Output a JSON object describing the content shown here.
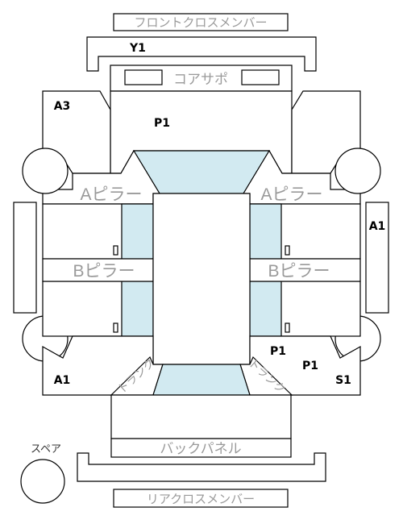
{
  "parts": {
    "front_cross_member": "フロントクロスメンバー",
    "rad_support": "コアサポ",
    "a_pillar_left": "Aピラー",
    "a_pillar_right": "Aピラー",
    "b_pillar_left": "Bピラー",
    "b_pillar_right": "Bピラー",
    "trunk_left": "トランク",
    "trunk_right": "トランク",
    "back_panel": "バックパネル",
    "rear_cross_member": "リアクロスメンバー",
    "spare": "スペア"
  },
  "grades": {
    "y1": "Y1",
    "a3": "A3",
    "p1_hood": "P1",
    "a1_right": "A1",
    "p1_right_rear": "P1",
    "p1_quarter": "P1",
    "a1_left_rear": "A1",
    "s1": "S1"
  },
  "colors": {
    "outline": "#000000",
    "glass": "#d2eaf1",
    "label_gray": "#9a9a9a"
  }
}
